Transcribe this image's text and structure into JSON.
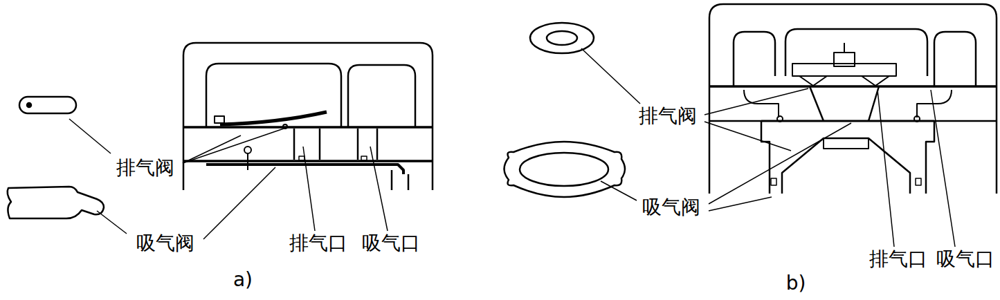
{
  "diagram": {
    "labels": [
      "排气阀",
      "吸气阀",
      "排气口",
      "吸气口",
      "a)",
      "排气阀",
      "吸气阀",
      "排气口",
      "吸气口",
      "b)"
    ]
  }
}
